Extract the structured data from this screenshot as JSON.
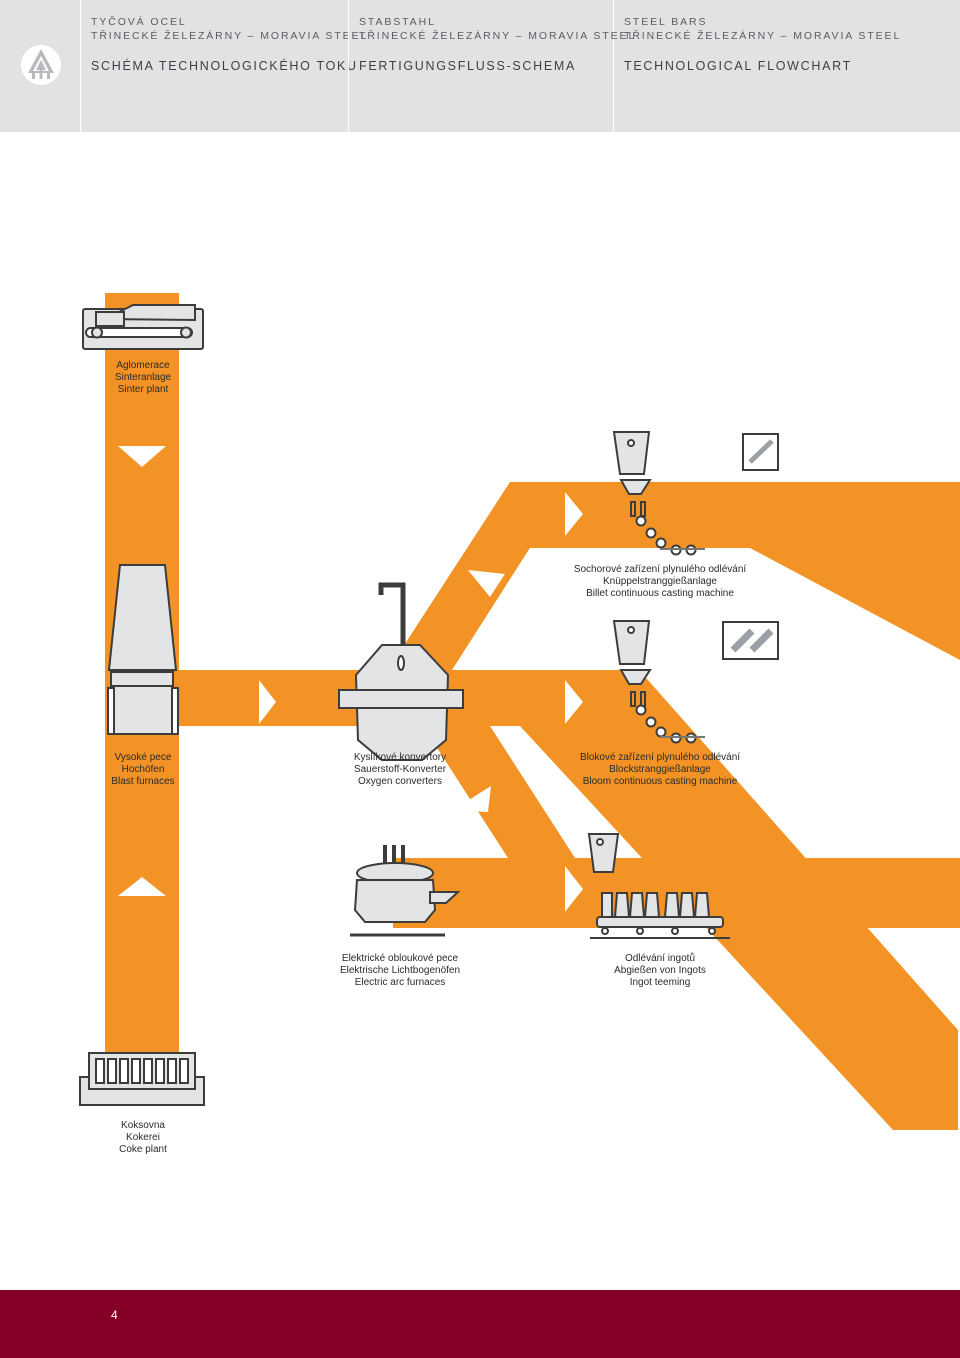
{
  "header": {
    "columns": [
      {
        "line1": "TYČOVÁ OCEL",
        "line2": "TŘINECKÉ ŽELEZÁRNY – MORAVIA STEEL",
        "title": "SCHÉMA TECHNOLOGICKÉHO TOKU"
      },
      {
        "line1": "STABSTAHL",
        "line2": "TŘINECKÉ ŽELEZÁRNY – MORAVIA STEEL",
        "title": "FERTIGUNGSFLUSS-SCHEMA"
      },
      {
        "line1": "STEEL BARS",
        "line2": "TŘINECKÉ ŽELEZÁRNY – MORAVIA STEEL",
        "title": "TECHNOLOGICAL FLOWCHART"
      }
    ],
    "logo_icon": "company-logo-icon"
  },
  "stations": {
    "sinter": {
      "l1": "Aglomerace",
      "l2": "Sinteranlage",
      "l3": "Sinter plant"
    },
    "blast": {
      "l1": "Vysoké pece",
      "l2": "Hochöfen",
      "l3": "Blast furnaces"
    },
    "oxygen": {
      "l1": "Kyslíkové konvertory",
      "l2": "Sauerstoff-Konverter",
      "l3": "Oxygen converters"
    },
    "billet": {
      "l1": "Sochorové zařízení plynulého odlévání",
      "l2": "Knüppelstranggießanlage",
      "l3": "Billet continuous casting machine"
    },
    "bloom": {
      "l1": "Blokové zařízení plynulého odlévání",
      "l2": "Blockstranggießanlage",
      "l3": "Bloom continuous casting machine"
    },
    "arc": {
      "l1": "Elektrické obloukové pece",
      "l2": "Elektrische Lichtbogenöfen",
      "l3": "Electric arc furnaces"
    },
    "ingot": {
      "l1": "Odlévání ingotů",
      "l2": "Abgießen von Ingots",
      "l3": "Ingot teeming"
    },
    "coke": {
      "l1": "Koksovna",
      "l2": "Kokerei",
      "l3": "Coke plant"
    }
  },
  "colors": {
    "flow": "#f39325",
    "header_bg": "#e1e2e3",
    "footer_bg": "#850027",
    "machine_fill": "#e3e4e5",
    "machine_stroke": "#3c3c3c"
  },
  "footer": {
    "page_number": "4"
  }
}
